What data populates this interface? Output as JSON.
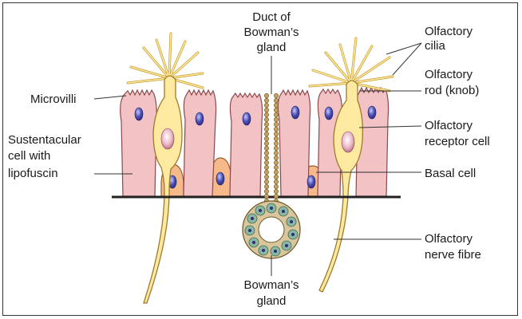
{
  "labels": {
    "duct_line1": "Duct of",
    "duct_line2": "Bowman’s",
    "duct_line3": "gland",
    "cilia_line1": "Olfactory",
    "cilia_line2": "cilia",
    "rod_line1": "Olfactory",
    "rod_line2": "rod (knob)",
    "microvilli": "Microvilli",
    "sust_line1": "Sustentacular",
    "sust_line2": "cell with",
    "sust_line3": "lipofuscin",
    "receptor_line1": "Olfactory",
    "receptor_line2": "receptor cell",
    "basal": "Basal cell",
    "nerve_line1": "Olfactory",
    "nerve_line2": "nerve fibre",
    "gland_line1": "Bowman’s",
    "gland_line2": "gland"
  },
  "colors": {
    "sustentacular_fill": "#f2c2c4",
    "sustentacular_stroke": "#8a4a4c",
    "receptor_fill": "#fde9a0",
    "receptor_stroke": "#a07a2a",
    "basal_fill": "#f5b98a",
    "nucleus": "#4b4fb5",
    "gland_cell": "#8bb6a2",
    "duct_bead": "#c9a35e",
    "basement_membrane": "#222222"
  }
}
